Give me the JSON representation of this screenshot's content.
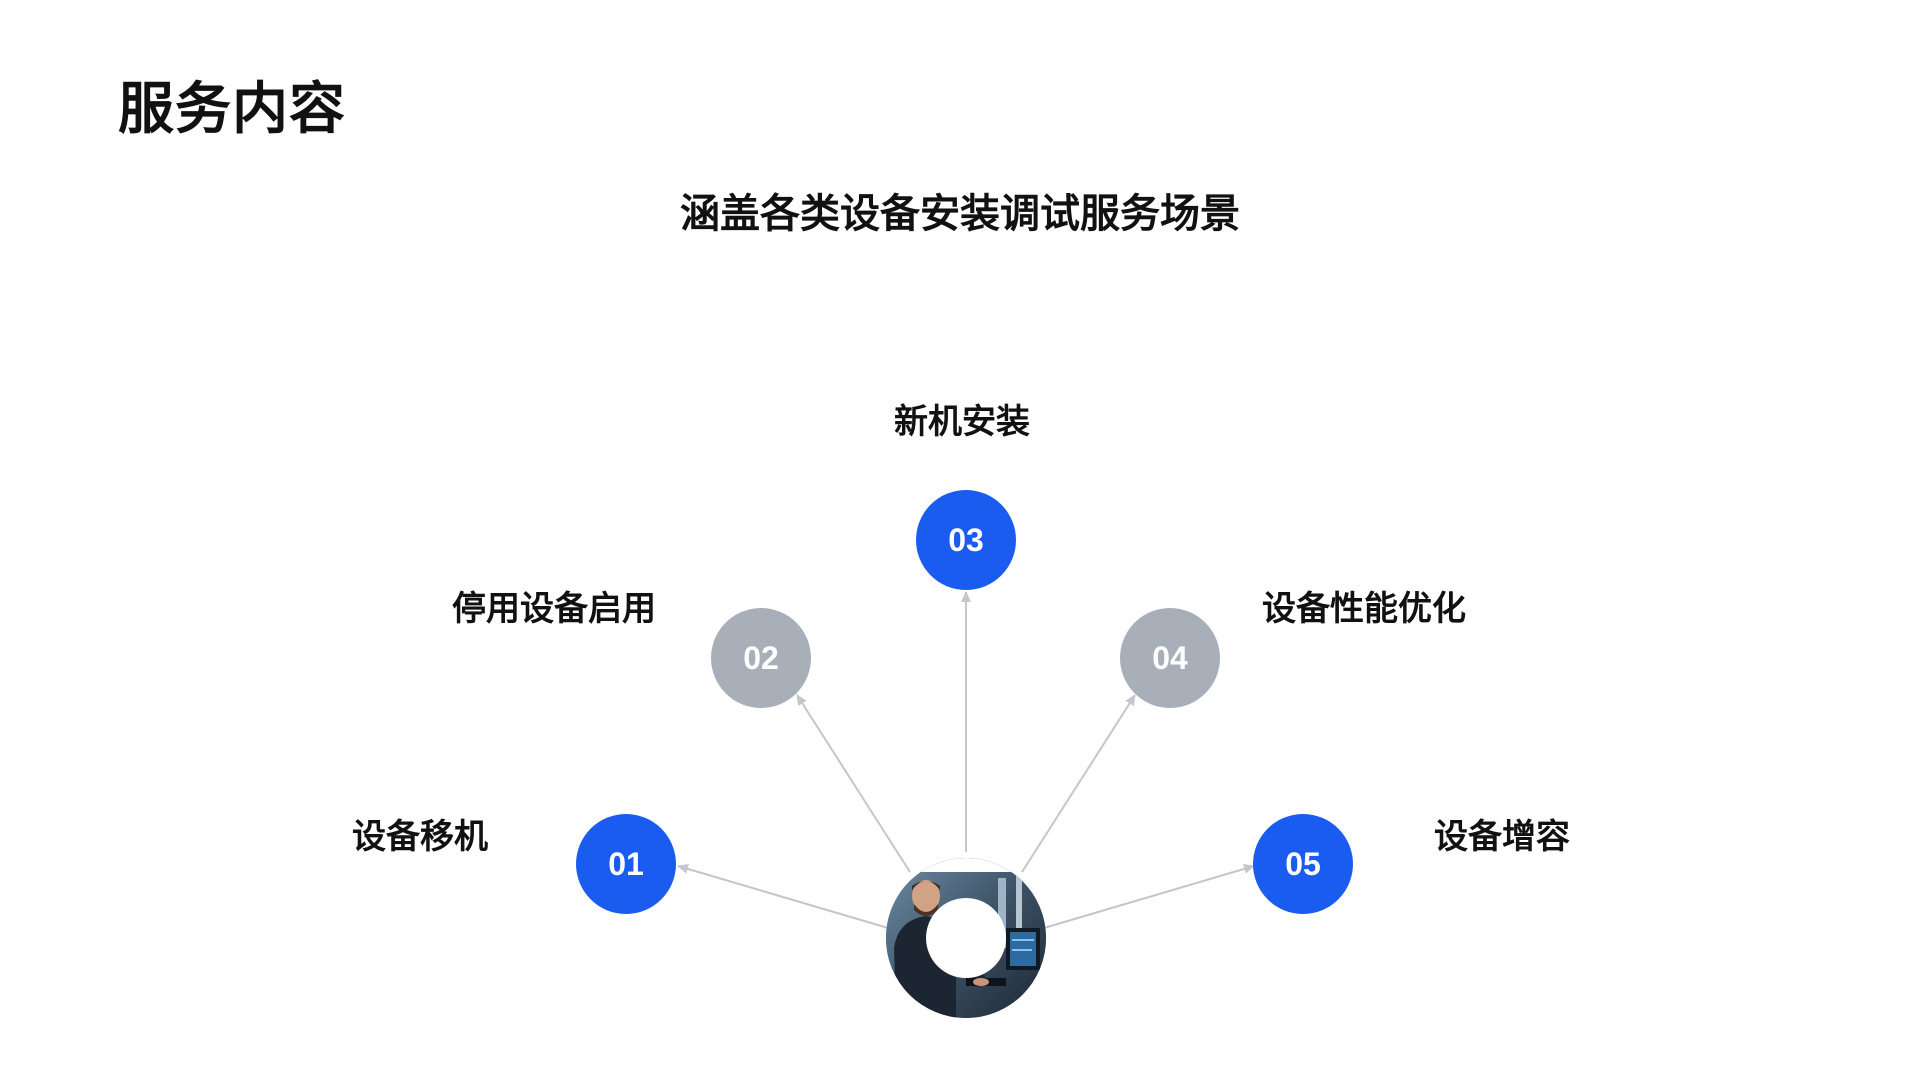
{
  "page": {
    "title": "服务内容",
    "subtitle": "涵盖各类设备安装调试服务场景"
  },
  "colors": {
    "accent_blue": "#1a5cf0",
    "muted_gray": "#a9afb9",
    "arrow_gray": "#c3c6cc"
  },
  "diagram": {
    "hub": {
      "image": "technician-photo"
    },
    "items": [
      {
        "number": "01",
        "label": "设备移机",
        "style": "accent"
      },
      {
        "number": "02",
        "label": "停用设备启用",
        "style": "muted"
      },
      {
        "number": "03",
        "label": "新机安装",
        "style": "accent"
      },
      {
        "number": "04",
        "label": "设备性能优化",
        "style": "muted"
      },
      {
        "number": "05",
        "label": "设备增容",
        "style": "accent"
      }
    ]
  }
}
